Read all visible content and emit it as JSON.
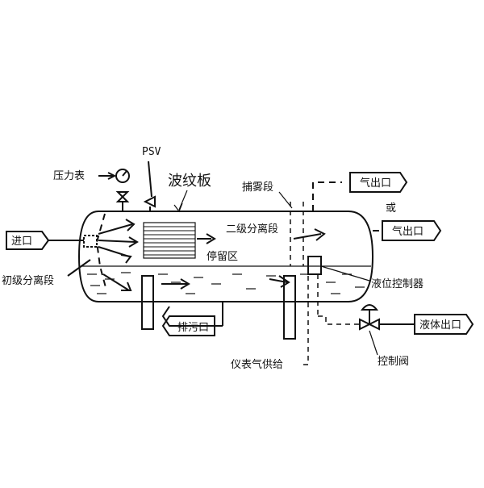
{
  "labels": {
    "psv": "PSV",
    "pressure_gauge": "压力表",
    "corrugated_plate": "波纹板",
    "mist_catching_section": "捕雾段",
    "gas_outlet": "气出口",
    "or": "或",
    "gas_outlet_alt": "气出口",
    "inlet": "进口",
    "secondary_separation": "二级分离段",
    "retention_zone": "停留区",
    "primary_separation": "初级分离段",
    "level_controller": "液位控制器",
    "drain_outlet": "排污口",
    "liquid_outlet": "液体出口",
    "instrument_air_supply": "仪表气供给",
    "control_valve": "控制阀"
  }
}
